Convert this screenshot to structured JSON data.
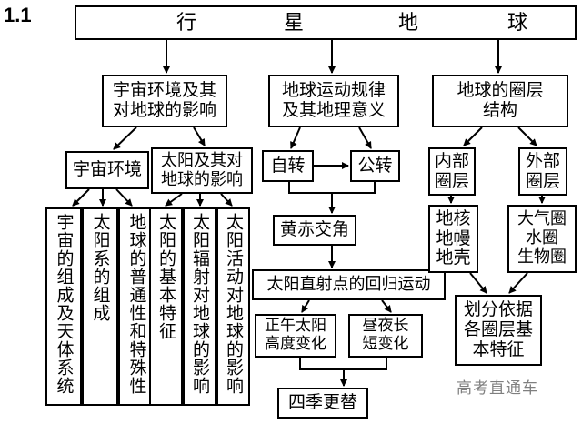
{
  "section_label": "1.1",
  "title_chars": [
    "行",
    "星",
    "地",
    "球"
  ],
  "boxes": {
    "cosmos_env_influence": "宇宙环境及其\n对地球的影响",
    "earth_motion": "地球运动规律\n及其地理意义",
    "earth_layers": "地球的圈层\n结构",
    "cosmos_env": "宇宙环境",
    "sun_influence": "太阳及其对\n地球的影响",
    "rotation": "自转",
    "revolution": "公转",
    "inner_layers": "内部\n圈层",
    "outer_layers": "外部\n圈层",
    "obliquity": "黄赤交角",
    "subsolar_motion": "太阳直射点的回归运动",
    "core_mantle_crust": "地核\n地幔\n地壳",
    "atmo_hydro_bio": "大气圈\n水圈\n生物圈",
    "noon_sun_height": "正午太阳\n高度变化",
    "day_night_length": "昼夜长\n短变化",
    "division_basis": "划分依据\n各圈层基\n本特征",
    "seasons": "四季更替"
  },
  "vertical_boxes": [
    "宇宙的组成及天体系统",
    "太阳系的组成",
    "地球的普通性和特殊性",
    "太阳的基本特征",
    "太阳辐射对地球的影响",
    "太阳活动对地球的影响"
  ],
  "watermark": "高考直通车"
}
